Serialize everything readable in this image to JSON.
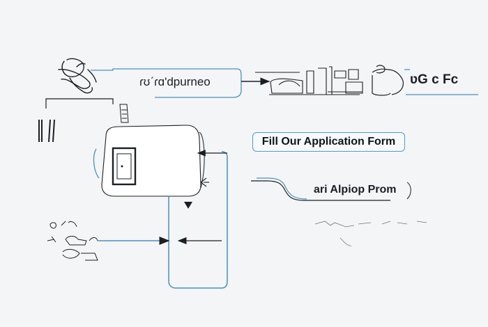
{
  "diagram": {
    "top_label": "ɾʊˊɾɑ'dpurneo",
    "top_right_label": "ʋG c Fc",
    "cta_button": "Fill Our Application Form",
    "secondary_label": "ari Alpiop Prom"
  },
  "colors": {
    "background": "#f4f5f7",
    "connector_blue": "#4a8fbf",
    "ink": "#1b1e24",
    "accent_cyan": "#4aa0c8"
  }
}
